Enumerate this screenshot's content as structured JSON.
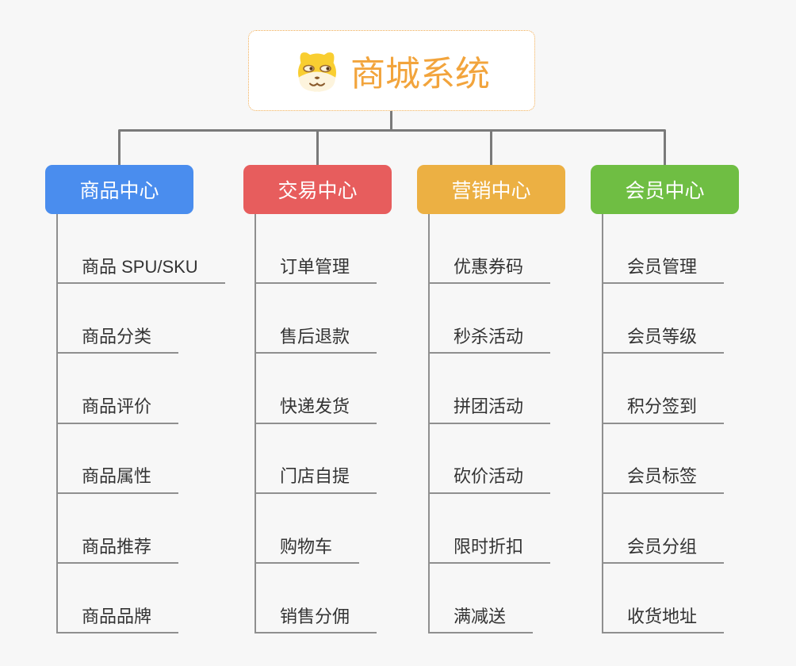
{
  "theme": {
    "background": "#f7f7f7",
    "connector_color": "#7a7a7a",
    "line_color": "#8f8f8f",
    "item_text_color": "#333333"
  },
  "root": {
    "title": "商城系统",
    "icon": "dog-face-icon",
    "text_color": "#f2a43c",
    "border_color": "#f1ac52"
  },
  "branches": [
    {
      "id": "product-center",
      "label": "商品中心",
      "color": "#4a8dee",
      "children": [
        "商品 SPU/SKU",
        "商品分类",
        "商品评价",
        "商品属性",
        "商品推荐",
        "商品品牌"
      ]
    },
    {
      "id": "trade-center",
      "label": "交易中心",
      "color": "#e75d5d",
      "children": [
        "订单管理",
        "售后退款",
        "快递发货",
        "门店自提",
        "购物车",
        "销售分佣"
      ]
    },
    {
      "id": "marketing-center",
      "label": "营销中心",
      "color": "#ecb043",
      "children": [
        "优惠券码",
        "秒杀活动",
        "拼团活动",
        "砍价活动",
        "限时折扣",
        "满减送"
      ]
    },
    {
      "id": "member-center",
      "label": "会员中心",
      "color": "#6fbe43",
      "children": [
        "会员管理",
        "会员等级",
        "积分签到",
        "会员标签",
        "会员分组",
        "收货地址"
      ]
    }
  ]
}
